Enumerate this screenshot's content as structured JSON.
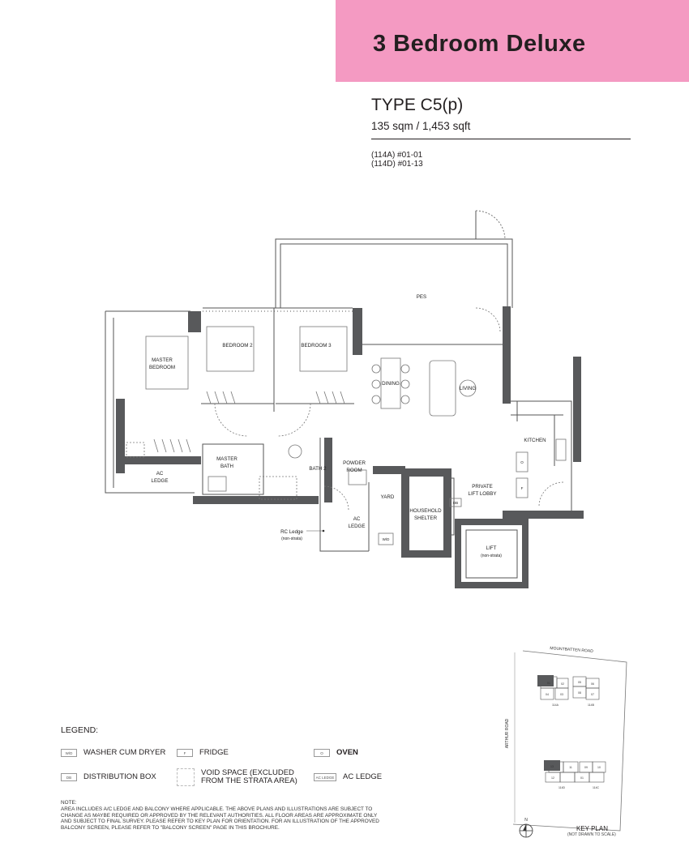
{
  "header": {
    "title": "3 Bedroom Deluxe",
    "banner_color": "#f49ac2"
  },
  "unit_type": {
    "name": "TYPE C5(p)",
    "area": "135 sqm / 1,453 sqft",
    "units": [
      "(114A) #01-01",
      "(114D) #01-13"
    ]
  },
  "floor_plan": {
    "wall_color": "#58595b",
    "rooms": {
      "pes": "PES",
      "master_bedroom": [
        "MASTER",
        "BEDROOM"
      ],
      "bedroom_2": "BEDROOM 2",
      "bedroom_3": "BEDROOM 3",
      "dining": "DINING",
      "living": "LIVING",
      "kitchen": "KITCHEN",
      "master_bath": [
        "MASTER",
        "BATH"
      ],
      "bath_2": "BATH 2",
      "powder_room": [
        "POWDER",
        "ROOM"
      ],
      "ac_ledge_left": [
        "AC",
        "LEDGE"
      ],
      "ac_ledge_mid": [
        "AC",
        "LEDGE"
      ],
      "yard": "YARD",
      "household_shelter": [
        "HOUSEHOLD",
        "SHELTER"
      ],
      "private_lift_lobby": [
        "PRIVATE",
        "LIFT LOBBY"
      ],
      "lift": [
        "LIFT",
        "(non-strata)"
      ],
      "rc_ledge": [
        "RC Ledge",
        "(non-strata)"
      ]
    },
    "symbols": {
      "wd": "W/D",
      "db": "DB",
      "oven": "O",
      "fridge": "F"
    }
  },
  "legend": {
    "title": "LEGEND:",
    "items": {
      "wd": {
        "symbol": "W/D",
        "label": "WASHER CUM DRYER"
      },
      "fridge": {
        "symbol": "F",
        "label": "FRIDGE"
      },
      "oven": {
        "symbol": "O",
        "label": "OVEN"
      },
      "db": {
        "symbol": "DB",
        "label": "DISTRIBUTION BOX"
      },
      "void": {
        "label_1": "VOID SPACE (EXCLUDED",
        "label_2": "FROM THE STRATA AREA)"
      },
      "ac": {
        "symbol": "AC LEDGE",
        "label": "AC LEDGE"
      }
    }
  },
  "note": {
    "title": "NOTE:",
    "text": "AREA INCLUDES A/C LEDGE AND BALCONY WHERE APPLICABLE. THE ABOVE PLANS AND ILLUSTRATIONS ARE SUBJECT TO CHANGE AS MAYBE REQUIRED OR APPROVED BY THE RELEVANT AUTHORITIES. ALL FLOOR AREAS ARE APPROXIMATE ONLY AND SUBJECT TO FINAL SURVEY. PLEASE REFER TO KEY PLAN FOR ORIENTATION. FOR AN ILLUSTRATION OF THE APPROVED BALCONY SCREEN, PLEASE REFER TO \"BALCONY SCREEN\" PAGE IN THIS BROCHURE."
  },
  "key_plan": {
    "title": "KEY PLAN",
    "subtitle": "(NOT DRAWN TO SCALE)",
    "road_top": "MOUNTBATTEN ROAD",
    "road_left": "ARTHUR ROAD",
    "north": "N",
    "highlight_color": "#58595b",
    "blocks": {
      "top_left": "114A",
      "top_right": "114B",
      "bottom_left": "114D",
      "bottom_right": "114C",
      "u1": "01",
      "u2": "02",
      "u3": "03",
      "u4": "04",
      "u5": "05",
      "u6": "06",
      "u7": "07",
      "u8": "08",
      "u9": "09",
      "u10": "10",
      "u11": "11",
      "u12": "12",
      "u13": "13"
    }
  }
}
